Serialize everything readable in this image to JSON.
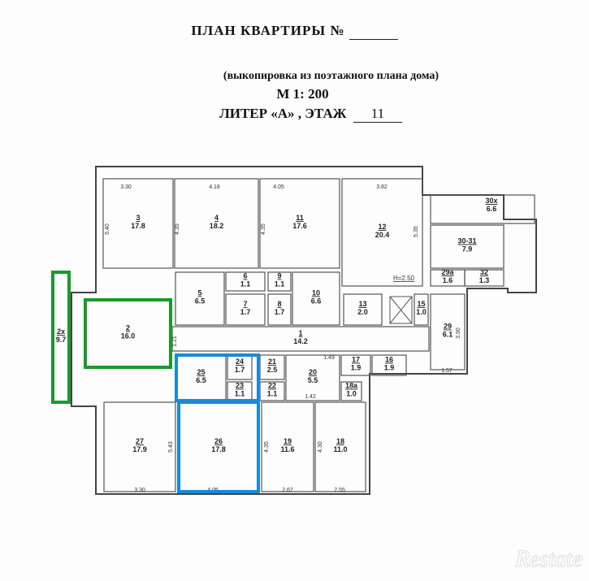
{
  "header": {
    "title": "ПЛАН КВАРТИРЫ №",
    "subtitle": "(выкопировка из поэтажного плана дома)",
    "scale": "М 1: 200",
    "liter": "ЛИТЕР «А» ,   ЭТАЖ",
    "floor": "11"
  },
  "rooms": [
    {
      "num": "3",
      "area": "17.8"
    },
    {
      "num": "4",
      "area": "18.2"
    },
    {
      "num": "11",
      "area": "17.6"
    },
    {
      "num": "12",
      "area": "20.4"
    },
    {
      "num": "30х",
      "area": "6.6"
    },
    {
      "num": "30-31",
      "area": "7.9"
    },
    {
      "num": "29а",
      "area": "1.6"
    },
    {
      "num": "32",
      "area": "1.3"
    },
    {
      "num": "5",
      "area": "6.5"
    },
    {
      "num": "6",
      "area": "1.1"
    },
    {
      "num": "9",
      "area": "1.1"
    },
    {
      "num": "7",
      "area": "1.7"
    },
    {
      "num": "8",
      "area": "1.7"
    },
    {
      "num": "10",
      "area": "6.6"
    },
    {
      "num": "13",
      "area": "2.0"
    },
    {
      "num": "15",
      "area": "1.0"
    },
    {
      "num": "29",
      "area": "6.1"
    },
    {
      "num": "1",
      "area": "14.2"
    },
    {
      "num": "2",
      "area": "16.0"
    },
    {
      "num": "2х",
      "area": "9.7"
    },
    {
      "num": "25",
      "area": "6.5"
    },
    {
      "num": "24",
      "area": "1.7"
    },
    {
      "num": "23",
      "area": "1.1"
    },
    {
      "num": "21",
      "area": "2.5"
    },
    {
      "num": "22",
      "area": "1.1"
    },
    {
      "num": "20",
      "area": "5.5"
    },
    {
      "num": "17",
      "area": "1.9"
    },
    {
      "num": "16",
      "area": "1.9"
    },
    {
      "num": "18а",
      "area": "1.0"
    },
    {
      "num": "27",
      "area": "17.9"
    },
    {
      "num": "26",
      "area": "17.8"
    },
    {
      "num": "19",
      "area": "11.6"
    },
    {
      "num": "18",
      "area": "11.0"
    }
  ],
  "dimensions": [
    "3.30",
    "4.18",
    "4.05",
    "3.82",
    "5.40",
    "4.35",
    "4.35",
    "5.35",
    "3.90",
    "1.57",
    "1.49",
    "1.42",
    "1.21",
    "5.43",
    "4.35",
    "4.30",
    "3.30",
    "4.05",
    "2.67",
    "2.55"
  ],
  "ceiling_height": "H=2.50",
  "highlight_colors": {
    "green": "#1a9a2a",
    "blue": "#1a8ad8"
  },
  "watermark": "Restate"
}
